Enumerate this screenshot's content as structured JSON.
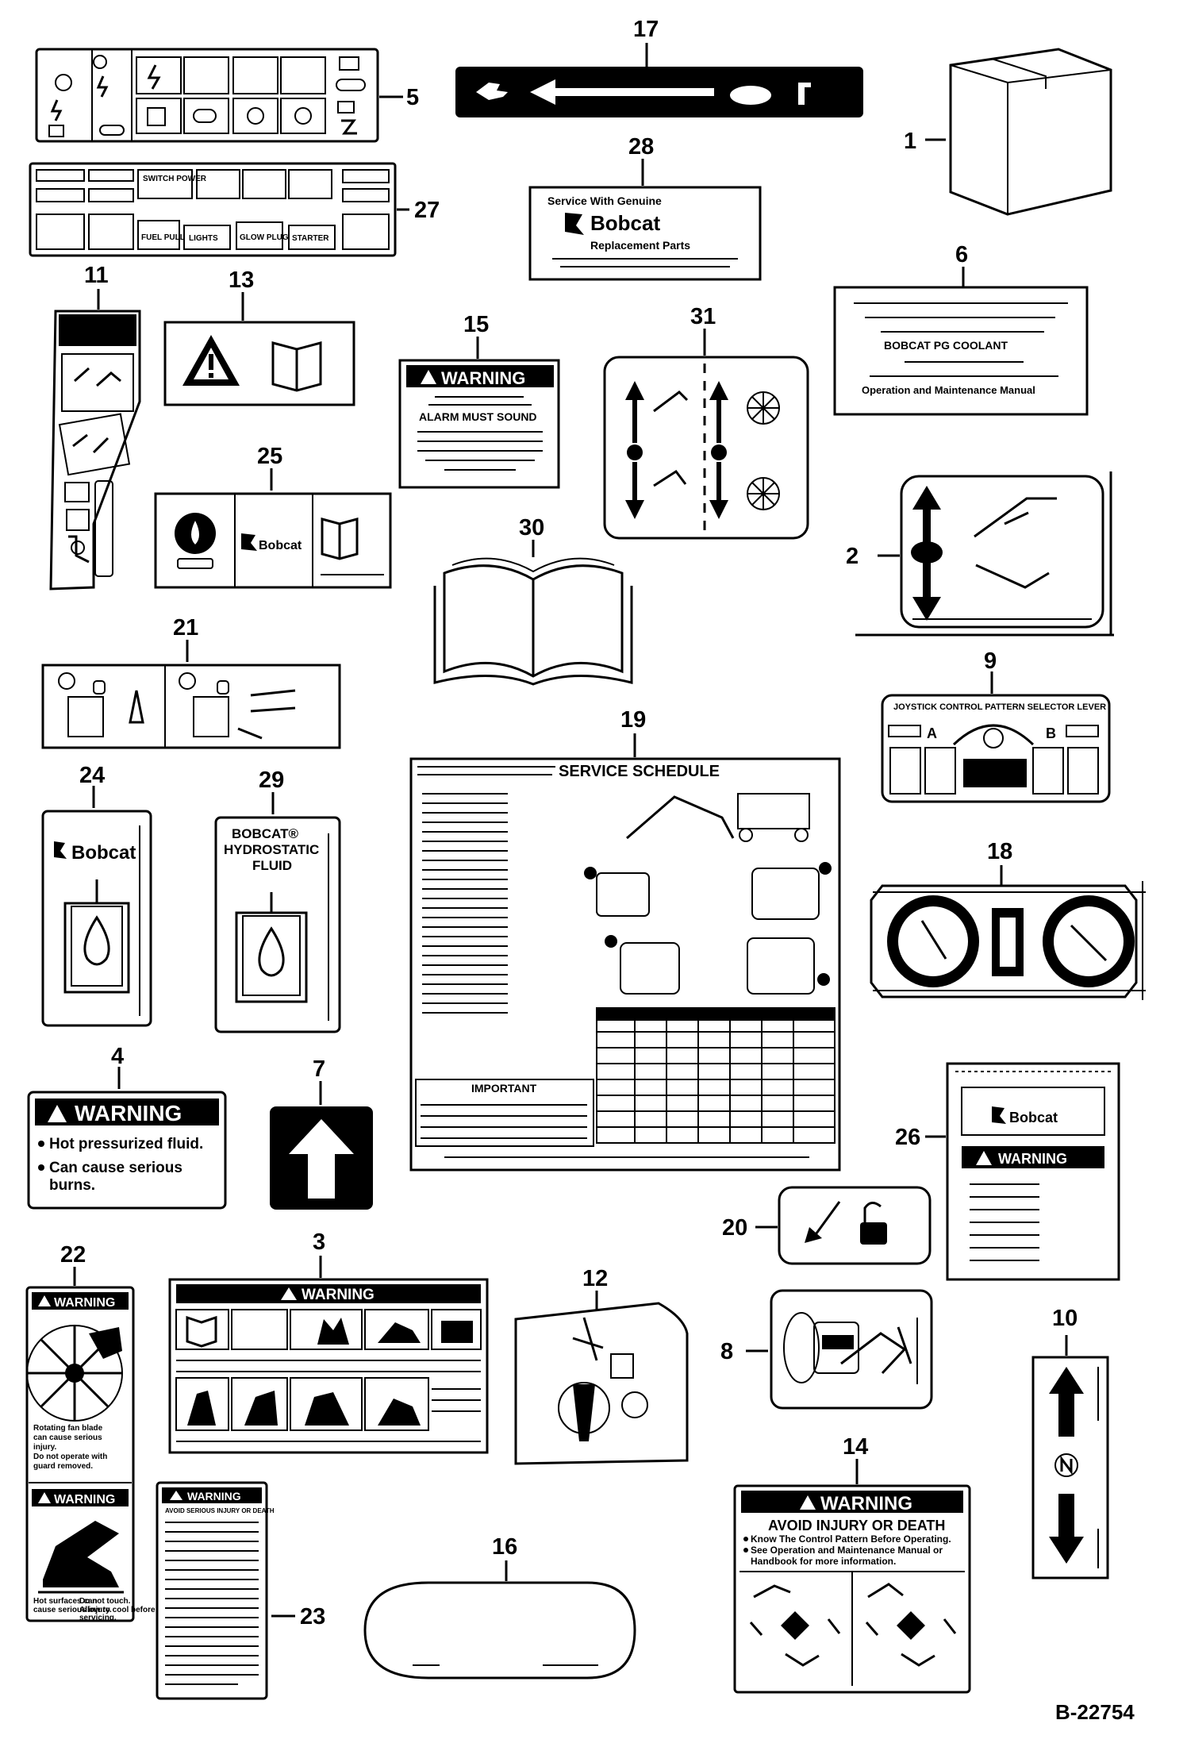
{
  "doc_ref": "B-22754",
  "callouts": [
    "1",
    "2",
    "3",
    "4",
    "5",
    "6",
    "7",
    "8",
    "9",
    "10",
    "11",
    "12",
    "13",
    "14",
    "15",
    "16",
    "17",
    "18",
    "19",
    "20",
    "21",
    "22",
    "23",
    "24",
    "25",
    "26",
    "27",
    "28",
    "29",
    "30",
    "31"
  ],
  "decal_text": {
    "d4": {
      "header": "WARNING",
      "line1": "Hot pressurized fluid.",
      "line2": "Can cause serious",
      "line3": "burns."
    },
    "d14": {
      "header": "WARNING",
      "sub": "AVOID INJURY OR DEATH",
      "bullet1": "Know The Control Pattern Before Operating.",
      "bullet2": "See Operation and Maintenance Manual or",
      "bullet3": "Handbook for more information."
    },
    "d15": {
      "header": "WARNING",
      "line": "ALARM MUST SOUND"
    },
    "d3": {
      "header": "WARNING"
    },
    "d22": {
      "header_top": "WARNING",
      "header_bottom": "WARNING",
      "text_top1": "Rotating fan blade",
      "text_top2": "can cause serious",
      "text_top3": "injury.",
      "text_top4": "Do not operate with",
      "text_top5": "guard removed.",
      "text_bot1": "Hot surfaces can",
      "text_bot2": "cause serious injury.",
      "text_bot3": "Do not touch.",
      "text_bot4": "Allow to cool before",
      "text_bot5": "servicing."
    },
    "d23": {
      "header": "WARNING",
      "sub": "AVOID SERIOUS INJURY OR DEATH"
    },
    "d26": {
      "brand": "Bobcat",
      "header": "WARNING"
    },
    "d24": {
      "brand": "Bobcat"
    },
    "d25": {
      "brand": "Bobcat"
    },
    "d29": {
      "line1": "BOBCAT®",
      "line2": "HYDROSTATIC",
      "line3": "FLUID"
    },
    "d28": {
      "line1": "Service With Genuine",
      "brand": "Bobcat",
      "line2": "Replacement Parts"
    },
    "d6": {
      "line1": "BOBCAT PG COOLANT",
      "line2": "Operation and Maintenance Manual"
    },
    "d19": {
      "title": "SERVICE SCHEDULE",
      "important": "IMPORTANT"
    },
    "d9": {
      "title": "JOYSTICK CONTROL PATTERN SELECTOR LEVER",
      "a": "A",
      "b": "B"
    },
    "d27": {
      "switch_power": "SWITCH POWER",
      "fuel_pull": "FUEL PULL",
      "lights": "LIGHTS",
      "glow_plug": "GLOW PLUG",
      "starter": "STARTER"
    }
  }
}
